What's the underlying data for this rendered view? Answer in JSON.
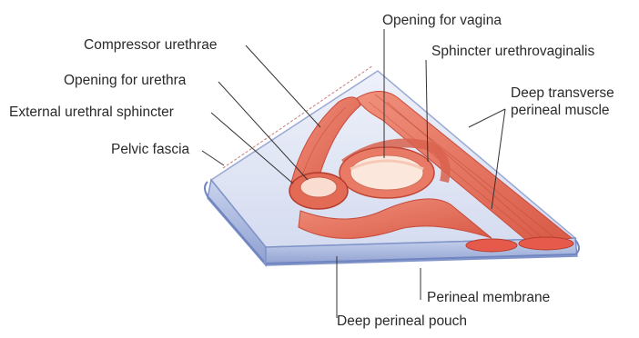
{
  "labels": {
    "compressor_urethrae": "Compressor urethrae",
    "opening_for_urethra": "Opening for urethra",
    "external_urethral_sphincter": "External urethral sphincter",
    "pelvic_fascia": "Pelvic fascia",
    "opening_for_vagina": "Opening for vagina",
    "sphincter_urethrovaginalis": "Sphincter urethrovaginalis",
    "deep_transverse_line1": "Deep transverse",
    "deep_transverse_line2": "perineal muscle",
    "perineal_membrane": "Perineal membrane",
    "deep_perineal_pouch": "Deep perineal pouch"
  },
  "colors": {
    "membrane_fill": "#dde3f4",
    "membrane_edge": "#7f93c8",
    "muscle": "#e2725e",
    "muscle_dark": "#c94a3a",
    "leader": "#333333",
    "text": "#2a2a2a"
  }
}
